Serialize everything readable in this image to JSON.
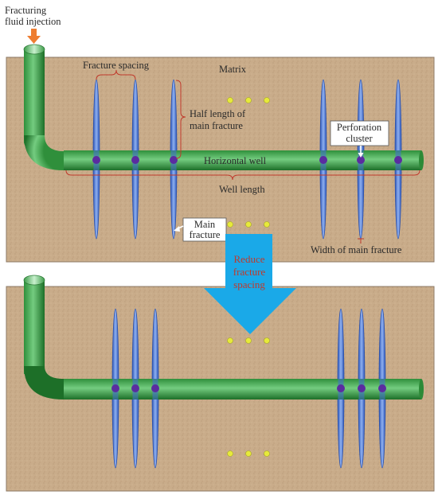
{
  "labels": {
    "injection_line1": "Fracturing",
    "injection_line2": "fluid injection",
    "fracture_spacing": "Fracture spacing",
    "matrix": "Matrix",
    "half_length_line1": "Half length of",
    "half_length_line2": "main fracture",
    "perforation_line1": "Perforation",
    "perforation_line2": "cluster",
    "horizontal_well": "Horizontal well",
    "well_length": "Well length",
    "main_fracture_line1": "Main",
    "main_fracture_line2": "fracture",
    "width_main_fracture": "Width of  main fracture",
    "reduce_line1": "Reduce",
    "reduce_line2": "fracture",
    "reduce_line3": "spacing"
  },
  "colors": {
    "matrix": "#c9ac8a",
    "pipe_dark": "#1c7a2a",
    "pipe_light": "#7fd38a",
    "fracture": "#3f6fd6",
    "fracture_light": "#8fb0f0",
    "perforation": "#5a2ca0",
    "annotation": "#c0392b",
    "arrow_down": "#1aa9e8",
    "injection_arrow": "#ee7d31",
    "reduce_text": "#c0392b",
    "dot": "#e7ea3a"
  },
  "icons": {
    "injection": "down-arrow-icon",
    "transition": "large-down-arrow-icon"
  }
}
